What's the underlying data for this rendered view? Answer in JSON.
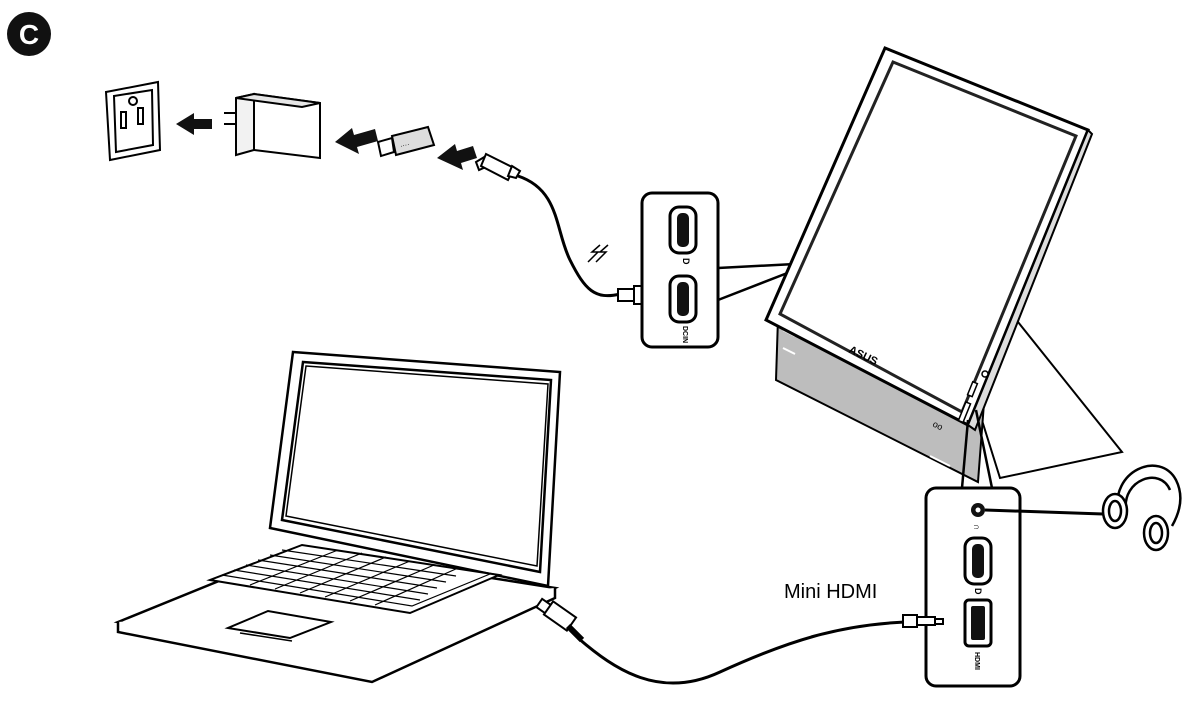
{
  "figure": {
    "badge": "C",
    "cable_label": "Mini HDMI"
  },
  "port_labels": {
    "upper_panel": {
      "port1": "D",
      "port2": "DCIN"
    },
    "lower_panel": {
      "port_c": "D",
      "port_hdmi": "HDMI"
    }
  },
  "brand_logo": "ASUS",
  "icons": [
    "power-outlet-icon",
    "charger-icon",
    "usb-adapter-icon",
    "usb-c-plug-icon",
    "lightning-icon",
    "monitor-icon",
    "laptop-icon",
    "headphones-icon",
    "arrow-left-icon"
  ],
  "colors": {
    "line": "#000000",
    "screen_border": "#222222",
    "gray_fill": "#bdbdbd",
    "light_fill": "#f2f2f2"
  }
}
